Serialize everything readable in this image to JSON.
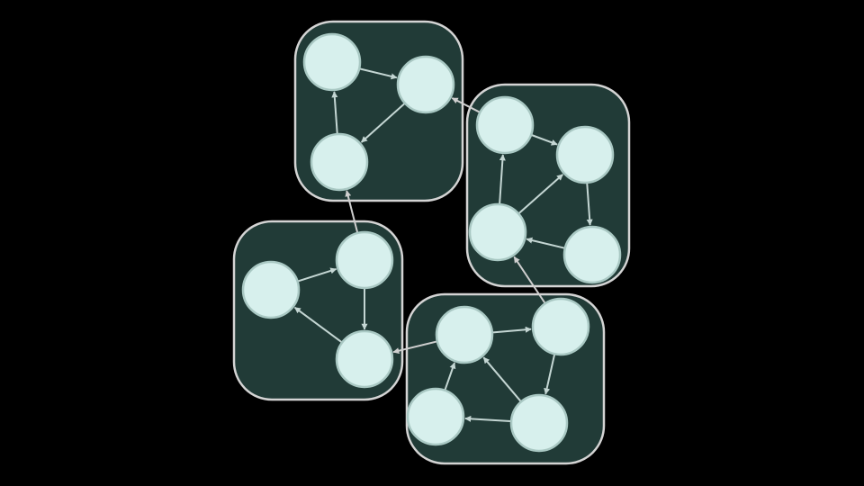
{
  "diagram": {
    "type": "directed-graph-clusters",
    "colors": {
      "background": "#000000",
      "cluster_fill": "#213b37",
      "cluster_stroke": "#d4d4d4",
      "node_fill": "#d7f0ed",
      "node_stroke": "#a9c8c3",
      "edge": "#c4d6d3",
      "inter_edge": "#cfcfcf"
    },
    "clusters": [
      {
        "id": "A",
        "nodes": [
          "a1",
          "a2",
          "a3"
        ]
      },
      {
        "id": "B",
        "nodes": [
          "b1",
          "b2",
          "b3",
          "b4"
        ]
      },
      {
        "id": "C",
        "nodes": [
          "c1",
          "c2",
          "c3"
        ]
      },
      {
        "id": "D",
        "nodes": [
          "d1",
          "d2",
          "d3",
          "d4"
        ]
      }
    ],
    "edges": [
      {
        "from": "a1",
        "to": "a2"
      },
      {
        "from": "a2",
        "to": "a3"
      },
      {
        "from": "a3",
        "to": "a1"
      },
      {
        "from": "b1",
        "to": "b2"
      },
      {
        "from": "b2",
        "to": "b4"
      },
      {
        "from": "b4",
        "to": "b3"
      },
      {
        "from": "b3",
        "to": "b1"
      },
      {
        "from": "b3",
        "to": "b2"
      },
      {
        "from": "c1",
        "to": "c2"
      },
      {
        "from": "c2",
        "to": "c3"
      },
      {
        "from": "c3",
        "to": "c1"
      },
      {
        "from": "d1",
        "to": "d2"
      },
      {
        "from": "d2",
        "to": "d4"
      },
      {
        "from": "d4",
        "to": "d1"
      },
      {
        "from": "d4",
        "to": "d3"
      },
      {
        "from": "d3",
        "to": "d1"
      },
      {
        "from": "b1",
        "to": "a2"
      },
      {
        "from": "c2",
        "to": "a3"
      },
      {
        "from": "d1",
        "to": "c3"
      },
      {
        "from": "d2",
        "to": "b3"
      }
    ]
  }
}
